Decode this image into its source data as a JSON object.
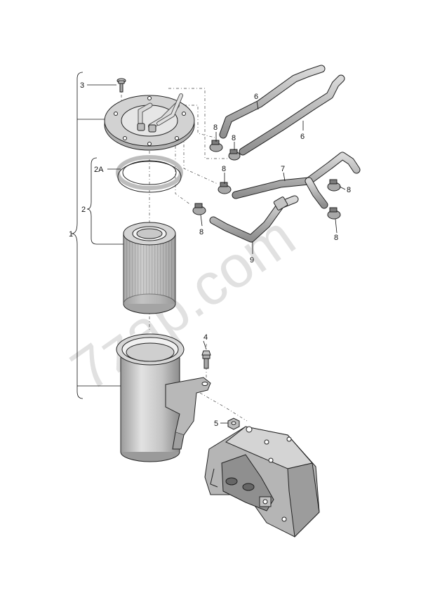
{
  "diagram": {
    "watermark": "7zap.com",
    "callouts": {
      "c1": "1",
      "c2": "2",
      "c2a": "2A",
      "c3": "3",
      "c4": "4",
      "c5": "5",
      "c6a": "6",
      "c6b": "6",
      "c7": "7",
      "c8a": "8",
      "c8b": "8",
      "c8c": "8",
      "c8d": "8",
      "c8e": "8",
      "c8f": "8",
      "c9": "9"
    },
    "colors": {
      "part_fill": "#c8c8c8",
      "part_shadow": "#9a9a9a",
      "part_light": "#e6e6e6",
      "line": "#111111"
    }
  }
}
